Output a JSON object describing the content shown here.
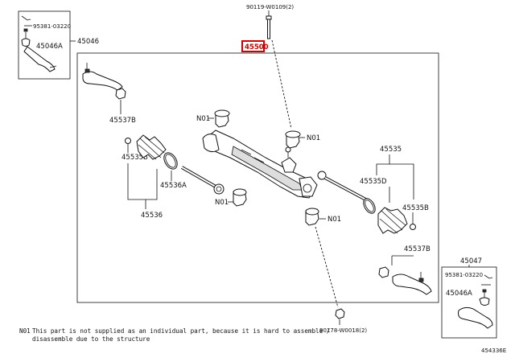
{
  "top_bolt_label": "90119-W0109(2)",
  "main_part_label": "45500",
  "bottom_bolt_label": "90178-W0018(2)",
  "left_kit": {
    "id": "45046",
    "clip": "95381-03220",
    "end": "45046A"
  },
  "right_kit": {
    "id": "45047",
    "clip": "95381-03220",
    "end": "45046A"
  },
  "part_labels": {
    "left_nut": "45537B",
    "left_clamp": "45535B",
    "left_ring": "45536A",
    "left_boot_set": "45536",
    "right_rod_set": "45535",
    "right_rod": "45535D",
    "right_boot": "45535B",
    "right_nut": "45537B"
  },
  "bushing_labels": {
    "upper_left": "N01",
    "upper_right": "N01",
    "lower_left": "N01",
    "lower_right": "N01"
  },
  "footnote": {
    "code": "N01",
    "line1": "This part is not supplied as an individual part, because it is hard to assemble /",
    "line2": "disassemble due to the structure"
  },
  "diagram_ref": "454336E",
  "colors": {
    "highlight": "#cc0000",
    "ink": "#111111"
  }
}
